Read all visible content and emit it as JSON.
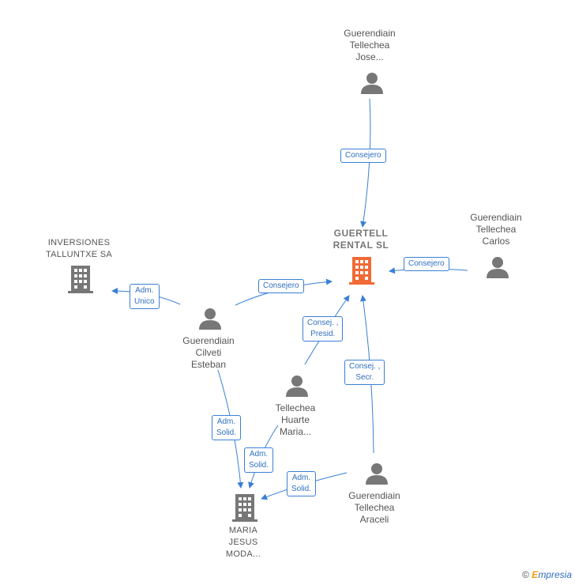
{
  "colors": {
    "edge": "#3a7fd5",
    "person": "#777777",
    "company": "#777777",
    "main_company": "#f06a35"
  },
  "nodes": {
    "guertell": {
      "label": "GUERTELL\nRENTAL  SL",
      "type": "main-company"
    },
    "jose": {
      "label": "Guerendiain\nTellechea\nJose...",
      "type": "person"
    },
    "carlos": {
      "label": "Guerendiain\nTellechea\nCarlos",
      "type": "person"
    },
    "inversiones": {
      "label": "INVERSIONES\nTALLUNTXE SA",
      "type": "company"
    },
    "esteban": {
      "label": "Guerendiain\nCilveti\nEsteban",
      "type": "person"
    },
    "maria_huarte": {
      "label": "Tellechea\nHuarte\nMaria...",
      "type": "person"
    },
    "araceli": {
      "label": "Guerendiain\nTellechea\nAraceli",
      "type": "person"
    },
    "maria_jesus": {
      "label": "MARIA\nJESUS\nMODA...",
      "type": "company"
    }
  },
  "edges": {
    "jose_guertell": "Consejero",
    "carlos_guertell": "Consejero",
    "esteban_guertell": "Consejero",
    "esteban_inversiones": "Adm.\nUnico",
    "maria_guertell": "Consej. ,\nPresid.",
    "araceli_guertell": "Consej. ,\nSecr.",
    "esteban_mariajesus": "Adm.\nSolid.",
    "maria_mariajesus": "Adm.\nSolid.",
    "araceli_mariajesus": "Adm.\nSolid."
  },
  "footer": {
    "copyright": "©",
    "brand_first": "E",
    "brand_rest": "mpresia"
  }
}
